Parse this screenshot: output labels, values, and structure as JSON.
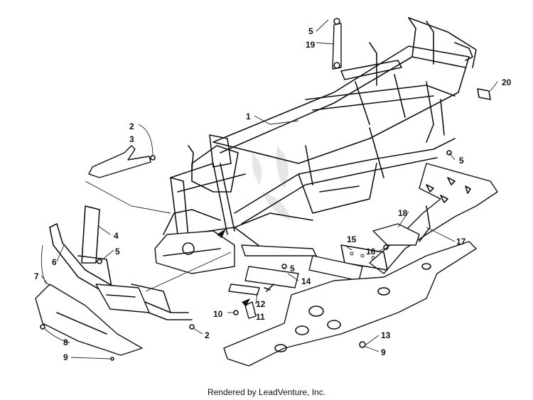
{
  "callouts": {
    "c1": "1",
    "c2a": "2",
    "c2b": "2",
    "c3": "3",
    "c4": "4",
    "c5a": "5",
    "c5b": "5",
    "c5c": "5",
    "c5d": "5",
    "c6": "6",
    "c7": "7",
    "c8": "8",
    "c9a": "9",
    "c9b": "9",
    "c10": "10",
    "c11": "11",
    "c12": "12",
    "c13": "13",
    "c14": "14",
    "c15": "15",
    "c16": "16",
    "c17": "17",
    "c18": "18",
    "c19": "19",
    "c20": "20"
  },
  "footer": "Rendered by LeadVenture, Inc."
}
